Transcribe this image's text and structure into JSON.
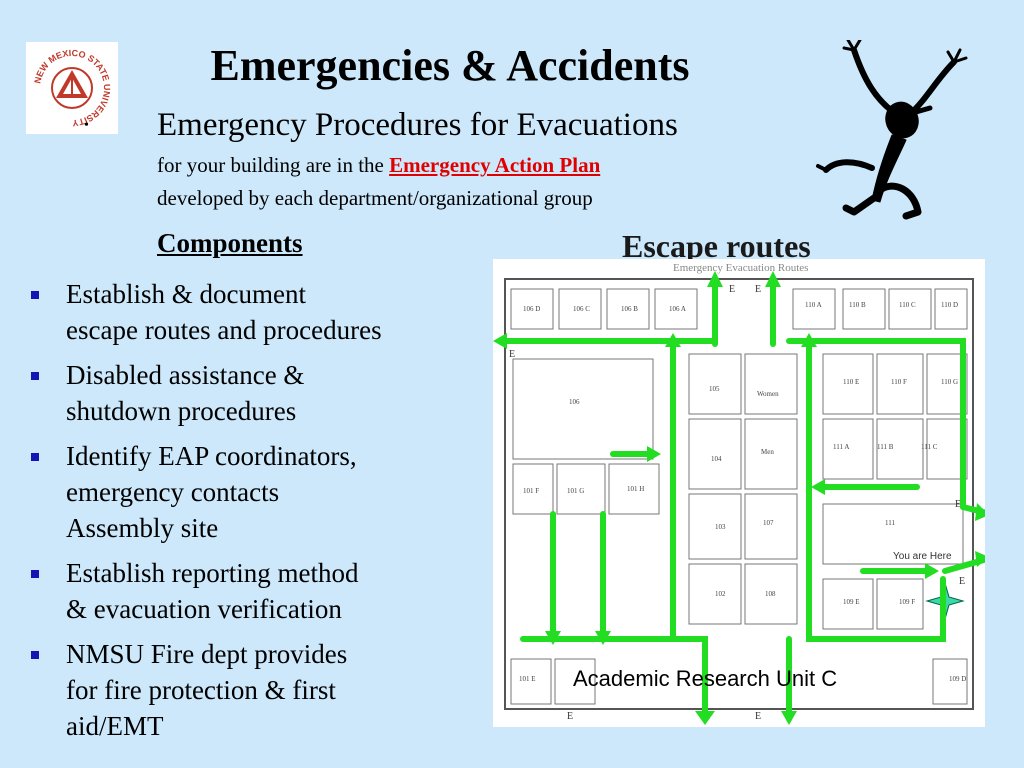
{
  "slide": {
    "title": "Emergencies & Accidents",
    "subtitle": "Emergency Procedures for Evacuations",
    "line2_prefix": "for your building are in the ",
    "line2_link": "Emergency Action Plan",
    "line3": "developed by each department/organizational group",
    "components_heading": "Components",
    "escape_heading": "Escape routes"
  },
  "logo": {
    "text": "NEW MEXICO STATE UNIVERSITY",
    "color": "#c0392b"
  },
  "bullets": [
    {
      "text": "Establish & document\nescape routes and procedures"
    },
    {
      "text": "Disabled assistance &\nshutdown procedures"
    },
    {
      "text": "Identify EAP coordinators,\nemergency contacts\nAssembly site"
    },
    {
      "text": "Establish reporting method\n& evacuation verification"
    },
    {
      "text": "NMSU Fire dept provides\nfor fire  protection & first\naid/EMT"
    }
  ],
  "map": {
    "header": "Emergency Evacuation Routes",
    "caption": "Academic Research Unit C",
    "you_are_here": "You are Here",
    "route_color": "#22dd22",
    "rooms": [
      "106 D",
      "106 C",
      "106 B",
      "106 A",
      "110 A",
      "110 B",
      "110 C",
      "110 D",
      "106",
      "105",
      "Women",
      "104",
      "Men",
      "103",
      "107",
      "102",
      "108",
      "101 F",
      "101 G",
      "101 H",
      "110 E",
      "110 F",
      "110 G",
      "111 A",
      "111 B",
      "111 C",
      "111",
      "109 E",
      "109 F",
      "101 E",
      "109 D"
    ],
    "exit_labels": [
      "E",
      "E",
      "E",
      "E",
      "E",
      "E",
      "E"
    ]
  },
  "colors": {
    "background": "#cce8fa",
    "bullet": "#1515b4",
    "link": "#e00000"
  }
}
